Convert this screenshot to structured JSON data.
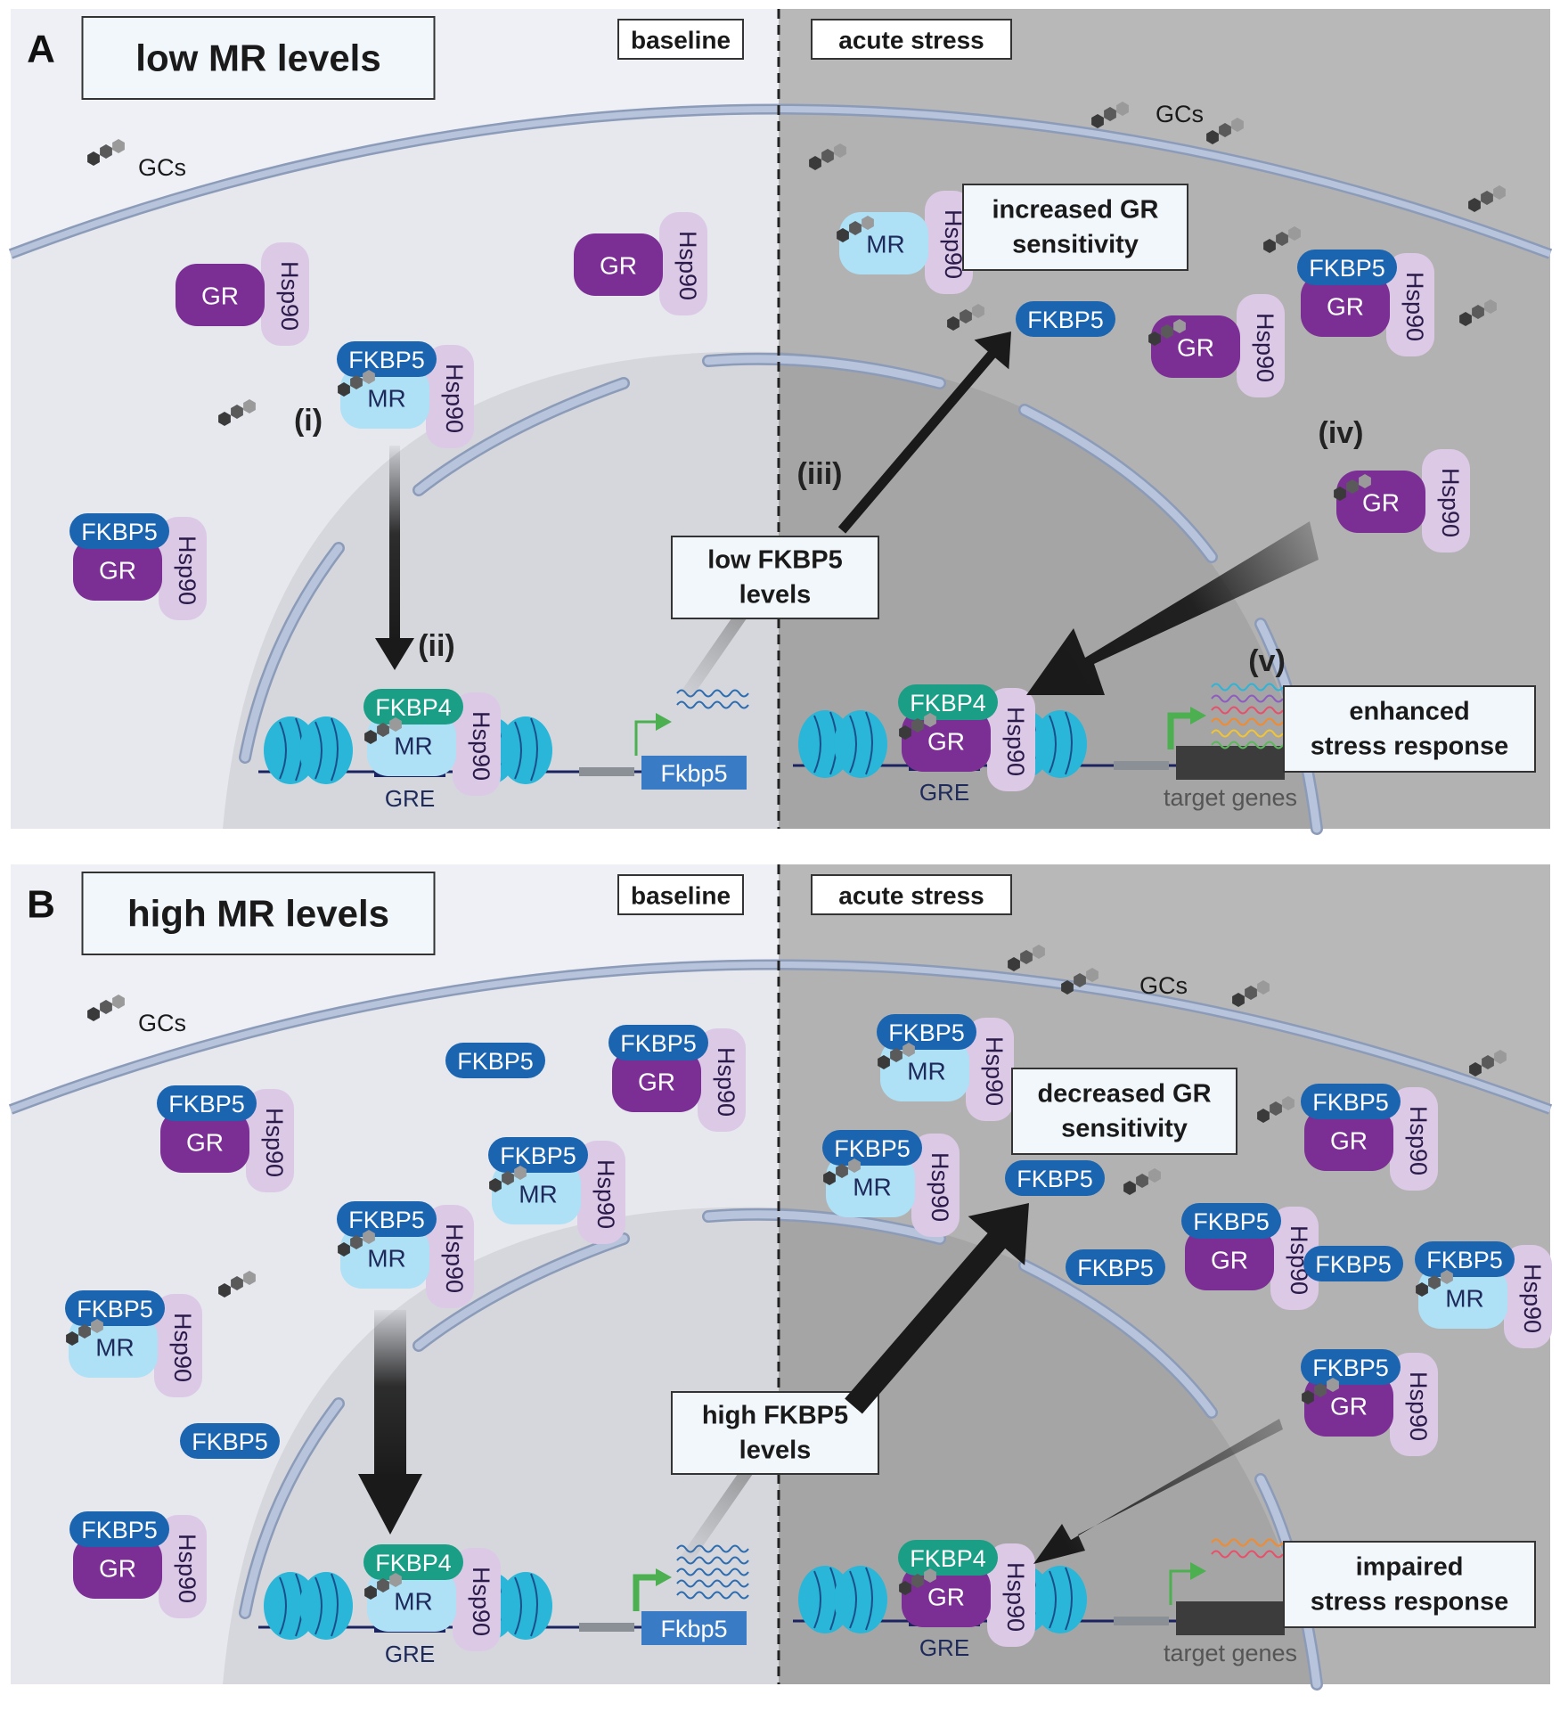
{
  "colors": {
    "baseline_bg": "#eef0f6",
    "stress_bg": "#b8b8b8",
    "membrane": "#b7c4dc",
    "membrane_edge": "#8c9bb8",
    "gr": "#7b2f94",
    "mr": "#aee0f6",
    "hsp90": "#dcc9e6",
    "fkbp5": "#1a64b0",
    "fkbp4": "#1a9e86",
    "nucleosome": "#29b6d8",
    "gre": "#1b2460",
    "fkbp5_gene": "#3a7bc6",
    "target_gene": "#3c3c3c",
    "promoter_arrow": "#4caf50",
    "arrow": "#1a1a1a"
  },
  "panels": [
    {
      "letter": "A",
      "title": "low MR levels",
      "baseline_tag": "baseline",
      "stress_tag": "acute stress",
      "gcs_label_left": "GCs",
      "gcs_label_right": "GCs",
      "callout_gr": [
        "increased GR",
        "sensitivity"
      ],
      "callout_fkbp5": [
        "low FKBP5",
        "levels"
      ],
      "callout_response": [
        "enhanced",
        "stress response"
      ],
      "roman": [
        "(i)",
        "(ii)",
        "(iii)",
        "(iv)",
        "(v)"
      ],
      "gene_left": "Fkbp5",
      "gene_right": "target genes",
      "gre": "GRE"
    },
    {
      "letter": "B",
      "title": "high MR levels",
      "baseline_tag": "baseline",
      "stress_tag": "acute stress",
      "gcs_label_left": "GCs",
      "gcs_label_right": "GCs",
      "callout_gr": [
        "decreased GR",
        "sensitivity"
      ],
      "callout_fkbp5": [
        "high FKBP5",
        "levels"
      ],
      "callout_response": [
        "impaired",
        "stress response"
      ],
      "roman": [],
      "gene_left": "Fkbp5",
      "gene_right": "target genes",
      "gre": "GRE"
    }
  ],
  "labels": {
    "gr": "GR",
    "mr": "MR",
    "hsp90": "Hsp90",
    "fkbp5": "FKBP5",
    "fkbp4": "FKBP4"
  }
}
